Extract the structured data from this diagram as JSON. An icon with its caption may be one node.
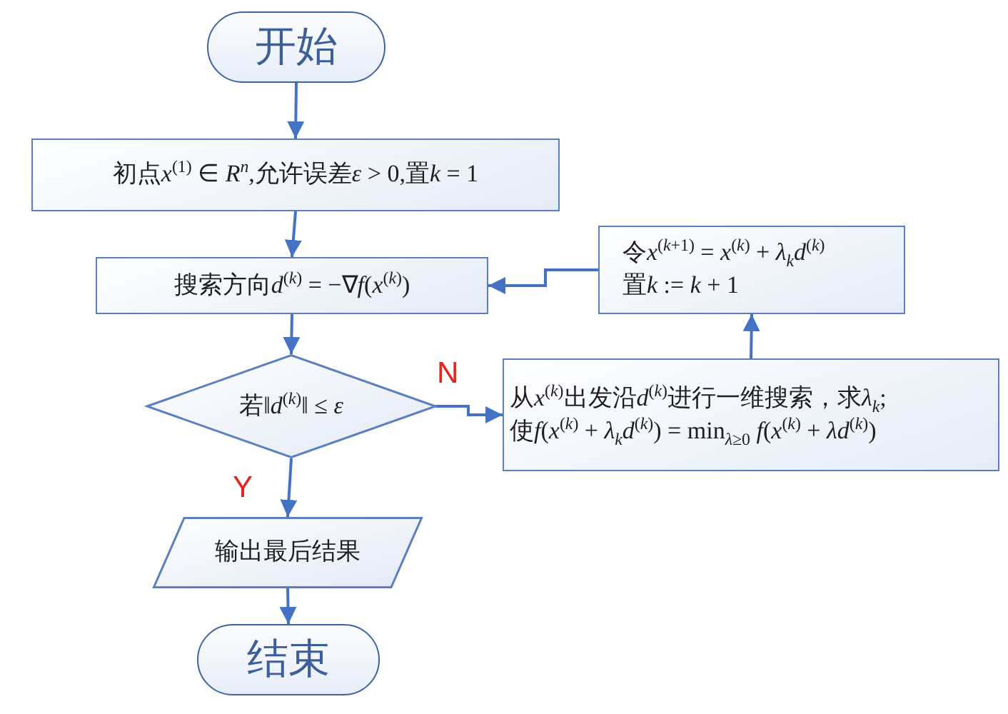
{
  "diagram": {
    "nodes": [
      {
        "text": [
          "开始"
        ]
      },
      {
        "text": [
          "初点x$^{(1)}$ ∈ R$^{n}$,允许误差ε > 0,置k = 1"
        ]
      },
      {
        "text": [
          "搜索方向d$^{(k)}$ = −∇f(x$^{(k)}$)"
        ]
      },
      {
        "text": [
          "若‖d$^{(k)}$‖ ≤ ε"
        ]
      },
      {
        "text": [
          "输出最后结果"
        ]
      },
      {
        "text": [
          "结束"
        ]
      },
      {
        "text": [
          "从x$^{(k)}$出发沿d$^{(k)}$进行一维搜索，求λ$_{k}$;",
          "使f(x$^{(k)}$ + λ$_{k}$d$^{(k)}$) = min$_{λ≥0}$ f(x$^{(k)}$ + λd$^{(k)}$)"
        ]
      },
      {
        "text": [
          "令x$^{(k+1)}$ = x$^{(k)}$ + λ$_{k}$d$^{(k)}$",
          "置k := k + 1"
        ]
      }
    ],
    "edges": [
      {
        "from": 0,
        "to": 1,
        "arrow": "to"
      },
      {
        "from": 1,
        "to": 2,
        "arrow": "to"
      },
      {
        "from": 2,
        "to": 3,
        "arrow": "to"
      },
      {
        "from": 3,
        "to": 4,
        "arrow": "to",
        "label": "Y"
      },
      {
        "from": 4,
        "to": 5,
        "arrow": "to"
      },
      {
        "from": 3,
        "to": 6,
        "arrow": "to",
        "label": "N"
      },
      {
        "from": 6,
        "to": 7,
        "arrow": "to"
      },
      {
        "from": 7,
        "to": 2,
        "arrow": "to"
      }
    ]
  }
}
